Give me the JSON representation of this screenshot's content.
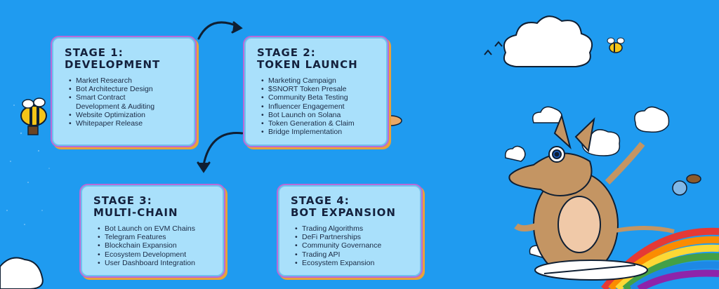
{
  "stages": [
    {
      "title_line1": "STAGE 1:",
      "title_line2": "DEVELOPMENT",
      "items": [
        "Market Research",
        "Bot Architecture Design",
        "Smart Contract",
        "Development & Auditing",
        "Website Optimization",
        "Whitepaper Release"
      ]
    },
    {
      "title_line1": "STAGE 2:",
      "title_line2": "TOKEN LAUNCH",
      "items": [
        "Marketing Campaign",
        "$SNORT Token Presale",
        "Community Beta Testing",
        "Influencer Engagement",
        "Bot Launch on Solana",
        "Token Generation & Claim",
        "Bridge Implementation"
      ]
    },
    {
      "title_line1": "STAGE 3:",
      "title_line2": "MULTI-CHAIN",
      "items": [
        "Bot Launch on EVM Chains",
        "Telegram Features",
        "Blockchain Expansion",
        "Ecosystem Development",
        "User Dashboard Integration"
      ]
    },
    {
      "title_line1": "STAGE 4:",
      "title_line2": "BOT EXPANSION",
      "items": [
        "Trading Algorithms",
        "DeFi Partnerships",
        "Community Governance",
        "Trading API",
        "Ecosystem Expansion"
      ]
    }
  ],
  "colors": {
    "background": "#1f9bf0",
    "card": "#a9e0fb",
    "text": "#14213d"
  },
  "icons": [
    "bee-icon",
    "cat-icon",
    "cloud-icon",
    "arrow-icon",
    "aardvark-mascot",
    "rainbow",
    "bird-icon"
  ]
}
